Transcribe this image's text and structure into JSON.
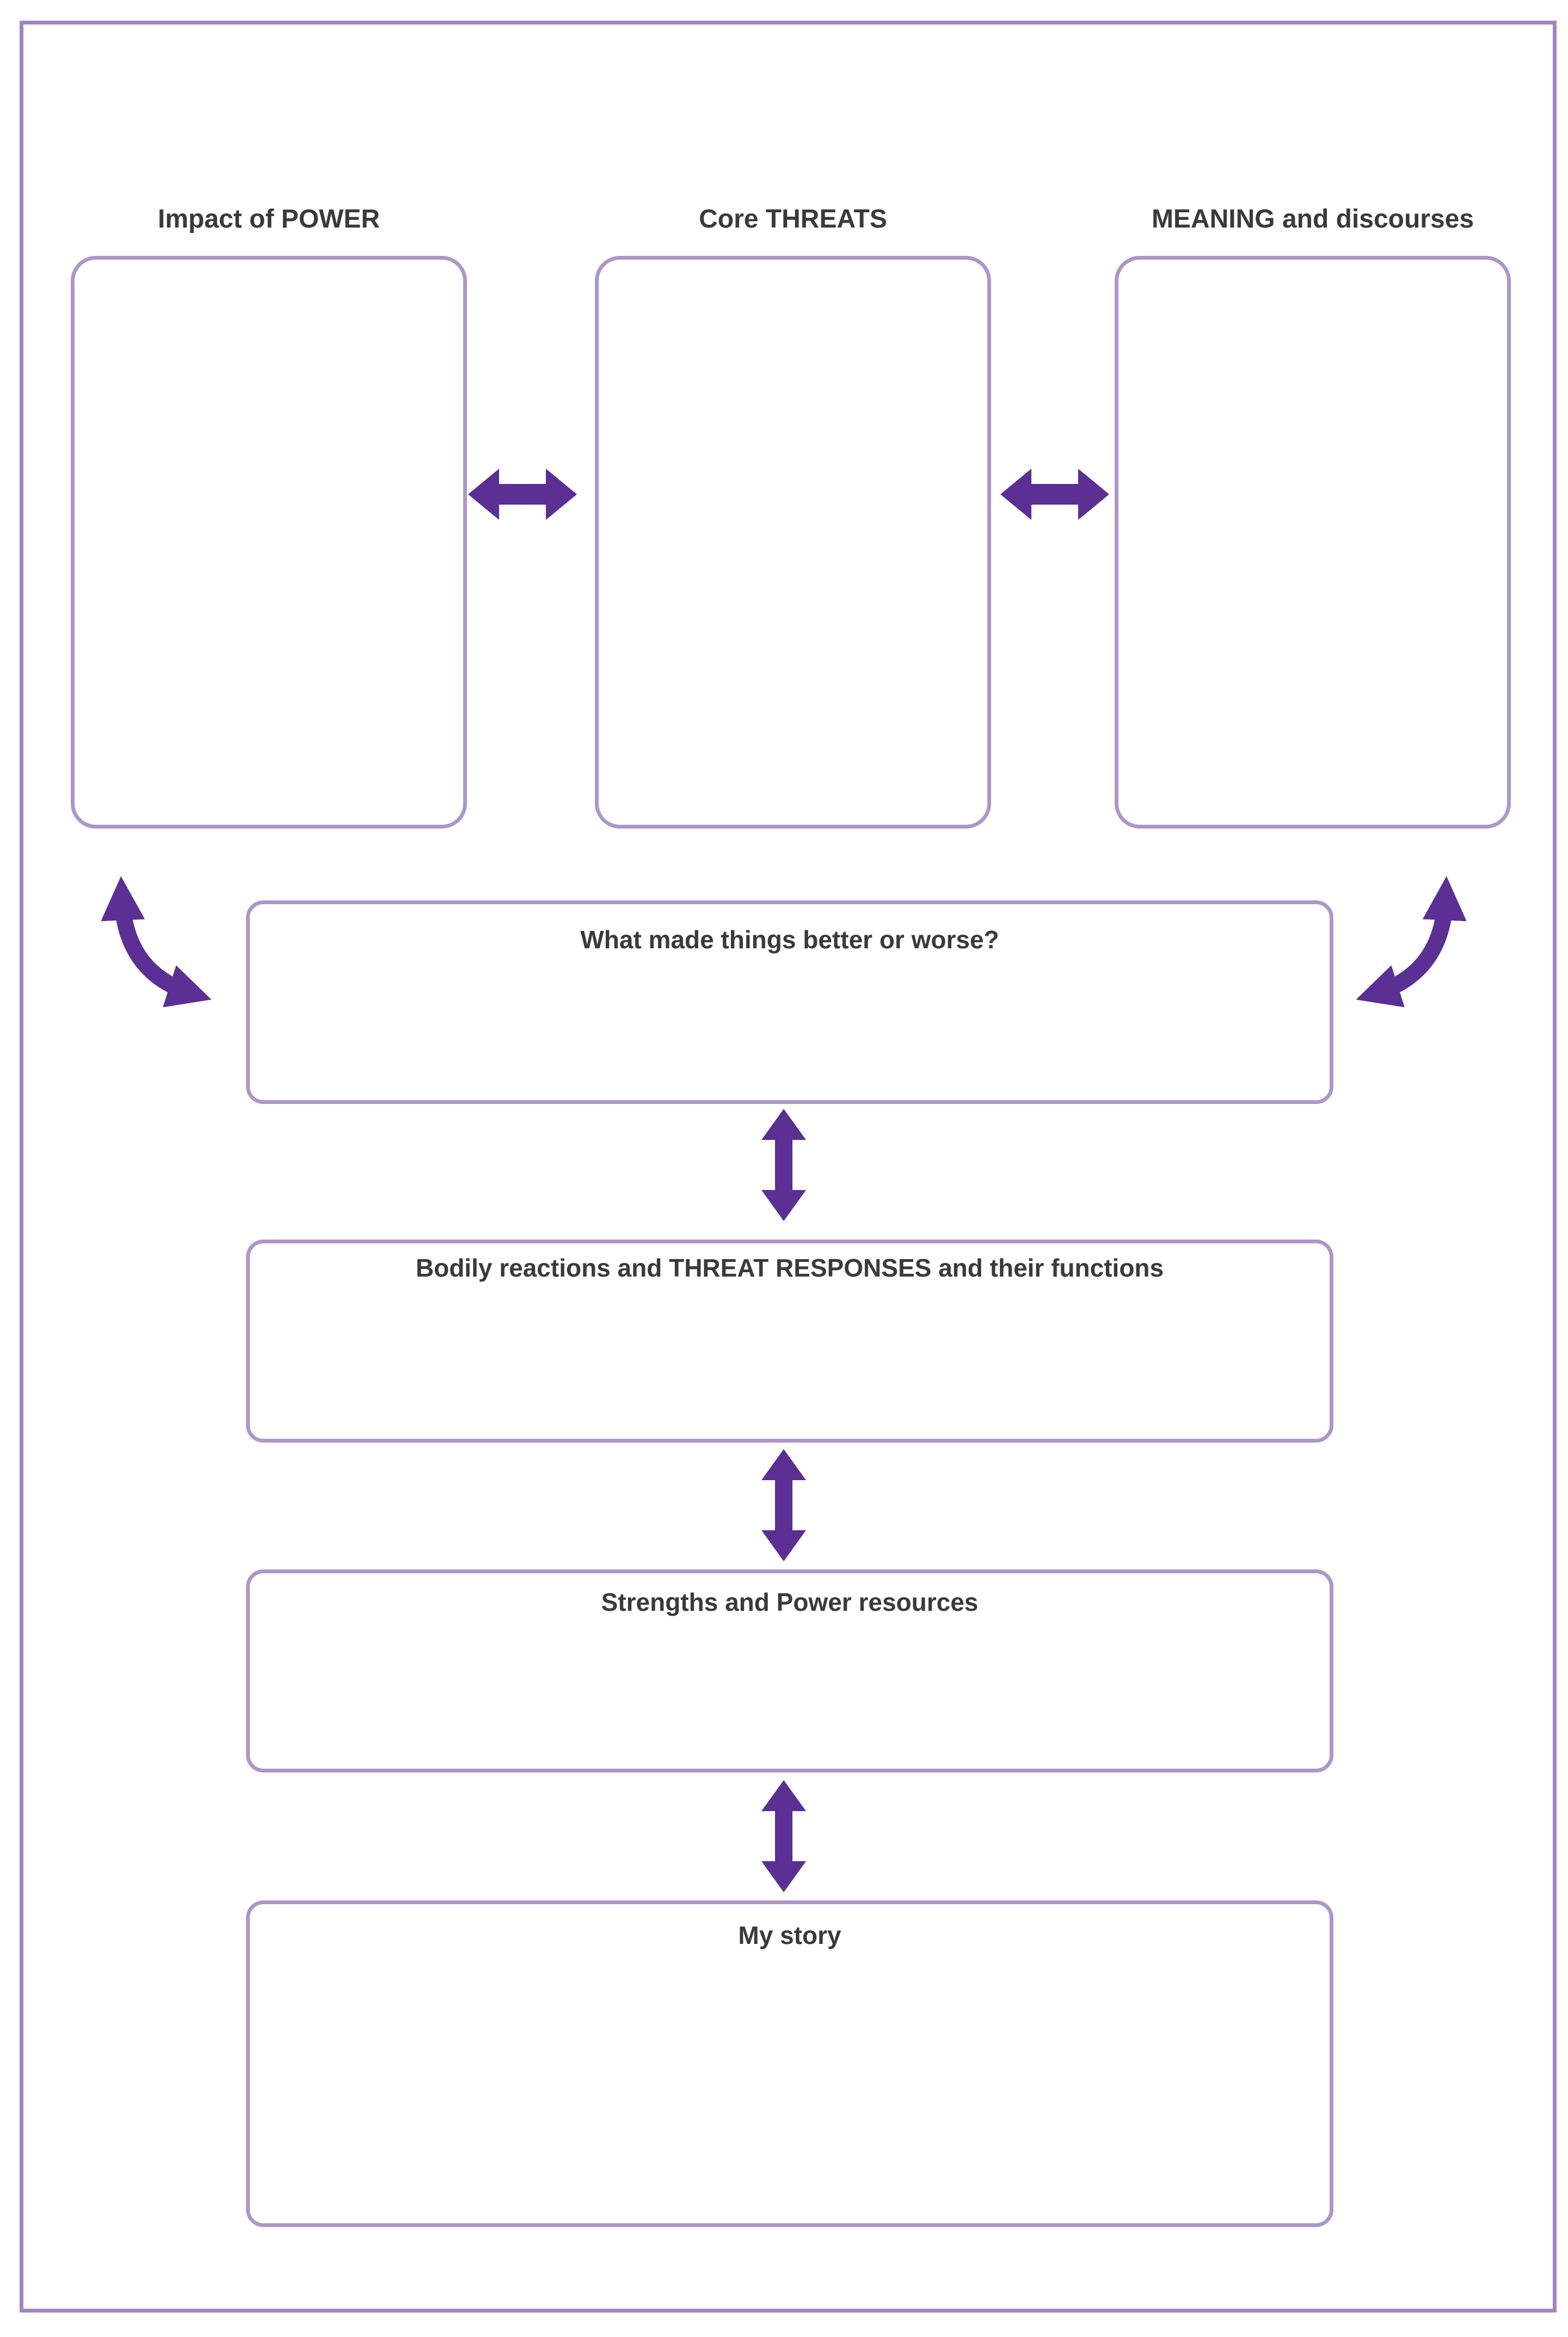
{
  "page": {
    "type": "power-threat-meaning-framework-worksheet",
    "background": "#ffffff",
    "frame_color": "#a085c2"
  },
  "colors": {
    "box_border": "#ad96c8",
    "arrow": "#5b2f94",
    "text": "#3a3a3a"
  },
  "top_boxes": [
    {
      "label": "Impact of POWER"
    },
    {
      "label": "Core THREATS"
    },
    {
      "label": "MEANING and discourses"
    }
  ],
  "flow_boxes": [
    {
      "title": "What made things better or worse?"
    },
    {
      "title": "Bodily reactions and THREAT RESPONSES and their functions"
    },
    {
      "title": "Strengths and Power resources"
    },
    {
      "title": "My story"
    }
  ],
  "arrows": [
    {
      "name": "impact-power-to-core-threats",
      "type": "horizontal-double"
    },
    {
      "name": "core-threats-to-meaning",
      "type": "horizontal-double"
    },
    {
      "name": "impact-power-to-better-worse",
      "type": "curved-double"
    },
    {
      "name": "meaning-to-better-worse",
      "type": "curved-double"
    },
    {
      "name": "better-worse-to-bodily-reactions",
      "type": "vertical-double"
    },
    {
      "name": "bodily-reactions-to-strengths",
      "type": "vertical-double"
    },
    {
      "name": "strengths-to-my-story",
      "type": "vertical-double"
    }
  ]
}
